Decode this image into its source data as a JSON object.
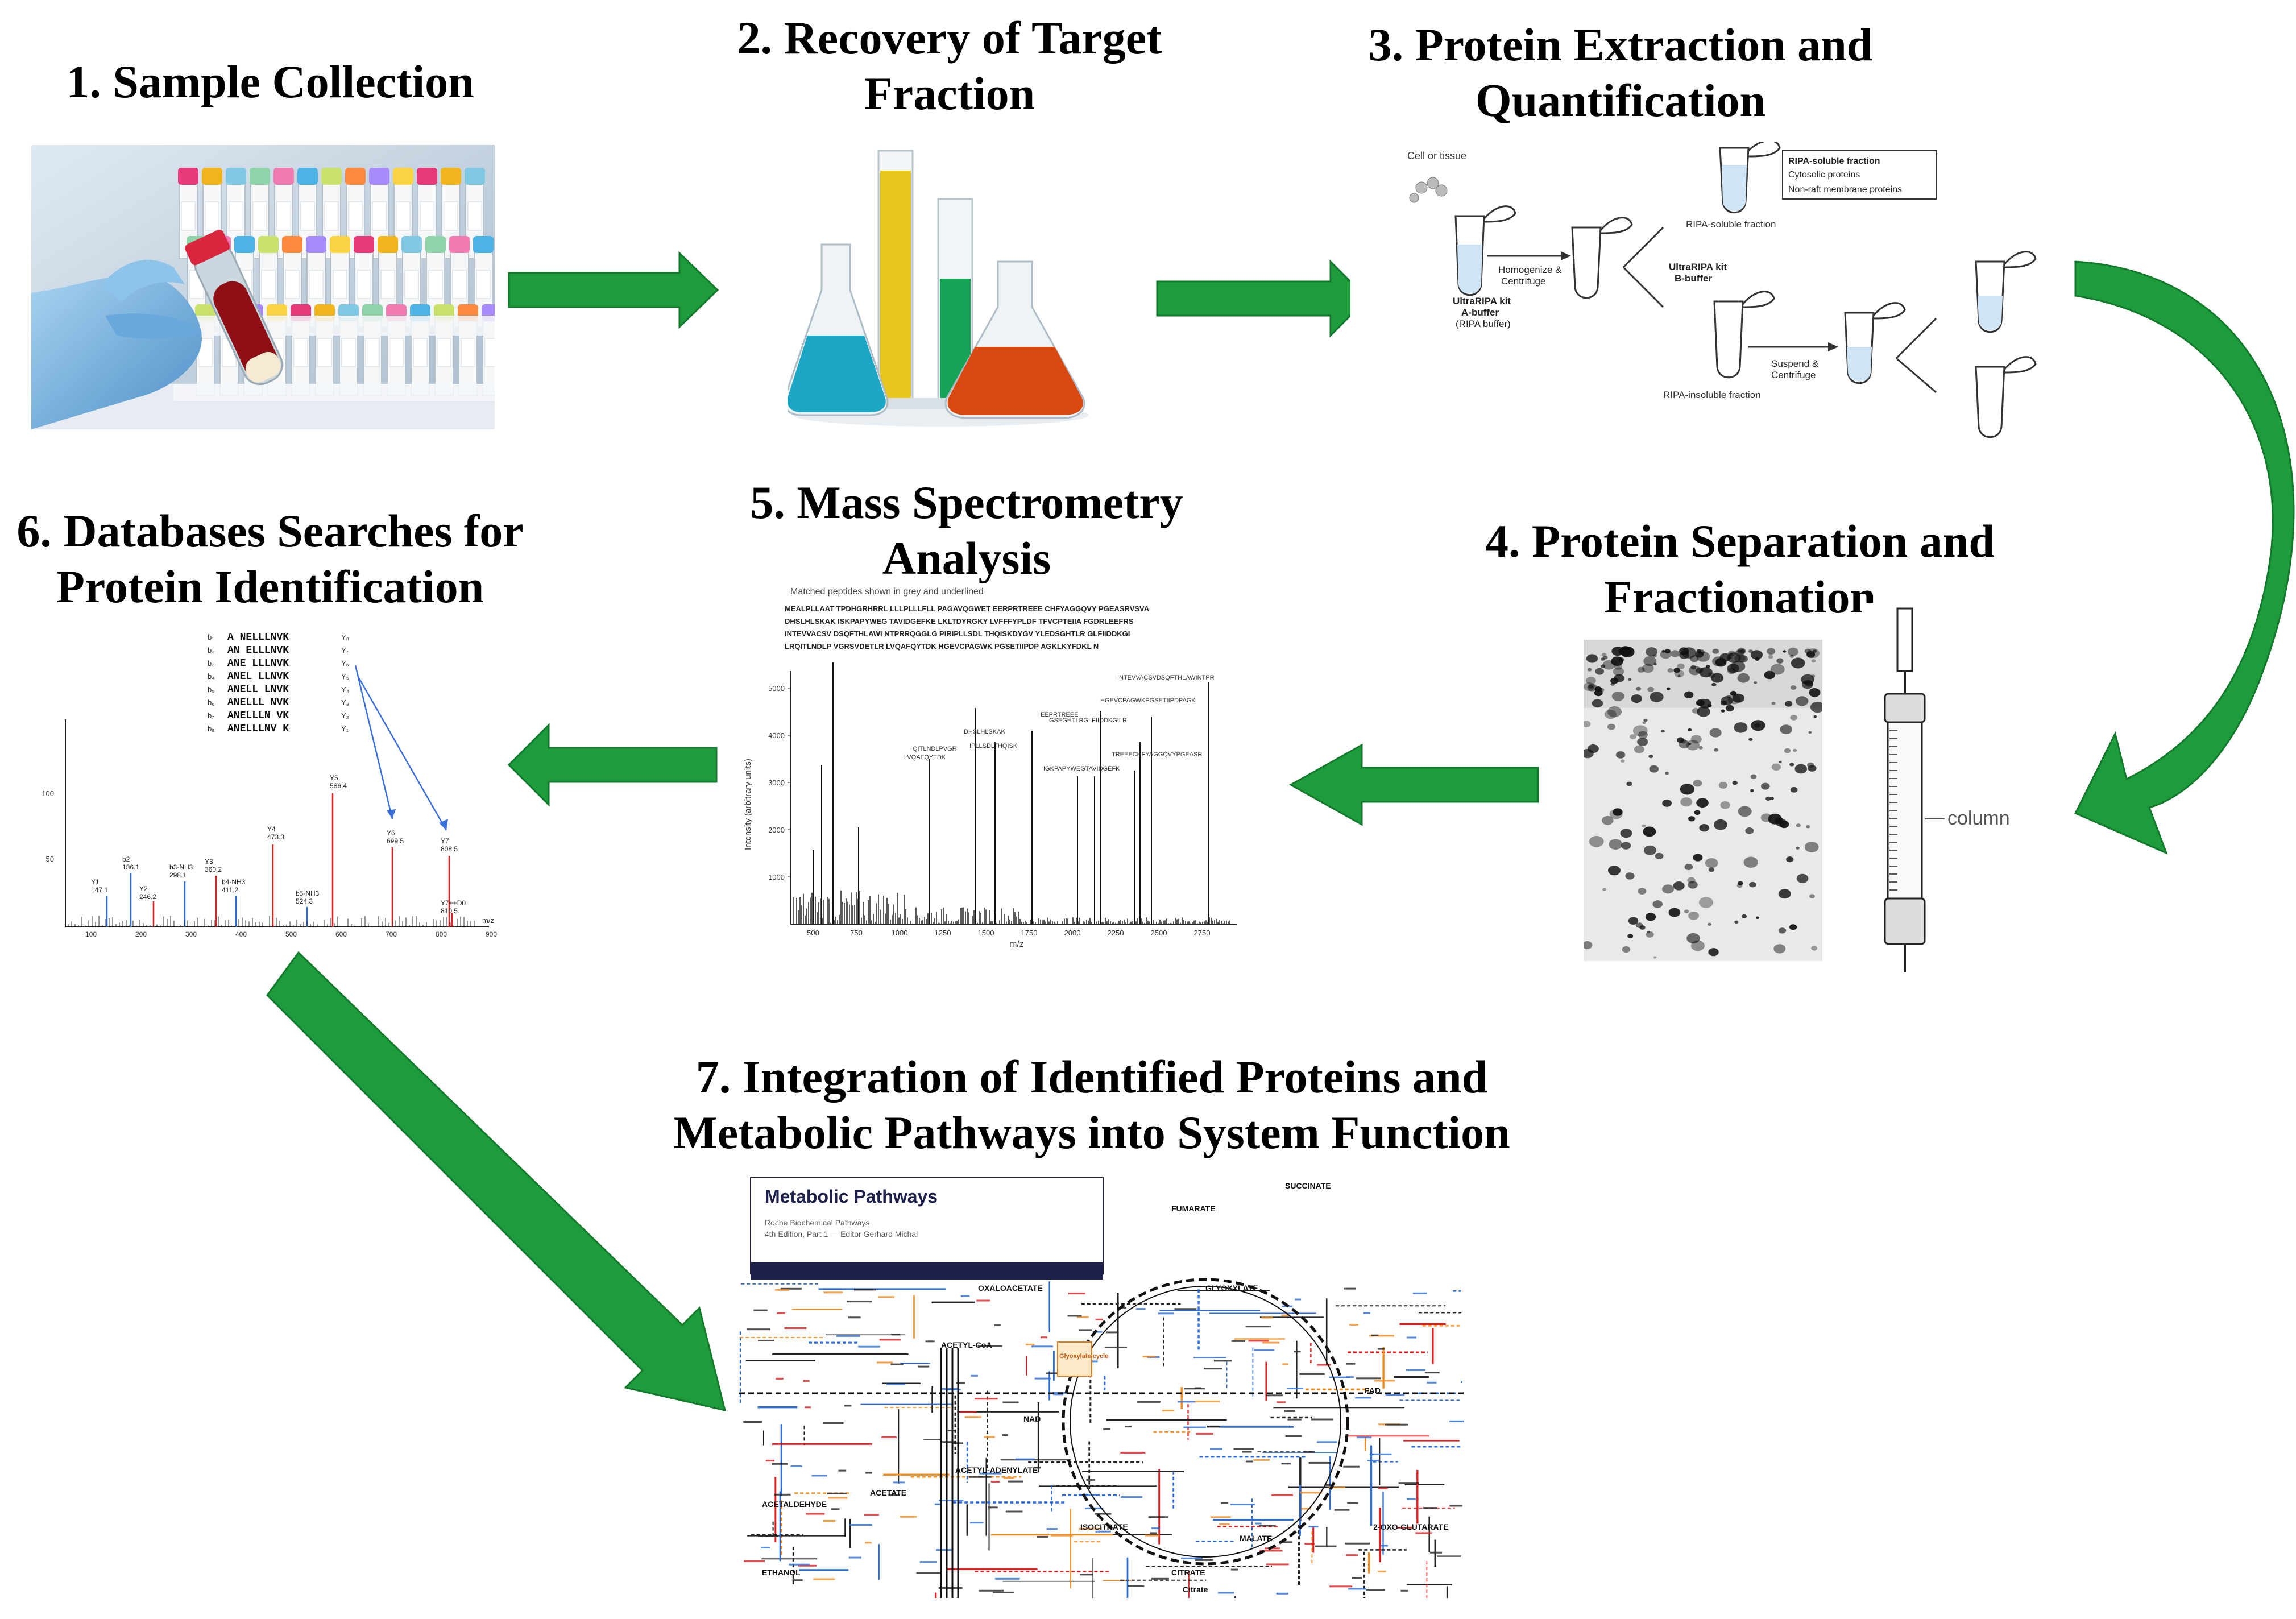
{
  "colors": {
    "arrow": "#1e9b3c",
    "arrow_dark": "#137a2c",
    "red": "#e11d1d",
    "blue": "#2b6bd6"
  },
  "steps": [
    {
      "n": "1",
      "title_lines": [
        "1. Sample Collection"
      ]
    },
    {
      "n": "2",
      "title_lines": [
        "2. Recovery of Target",
        "Fraction"
      ]
    },
    {
      "n": "3",
      "title_lines": [
        "3. Protein Extraction and",
        "Quantification"
      ]
    },
    {
      "n": "4",
      "title_lines": [
        "4. Protein Separation and",
        "Fractionation"
      ]
    },
    {
      "n": "5",
      "title_lines": [
        "5. Mass Spectrometry",
        "Analysis"
      ]
    },
    {
      "n": "6",
      "title_lines": [
        "6. Databases Searches for",
        "Protein Identification"
      ]
    },
    {
      "n": "7",
      "title_lines": [
        "7. Integration of Identified Proteins  and",
        "Metabolic Pathways into System Function"
      ]
    }
  ],
  "extraction": {
    "cell": "Cell or tissue",
    "homogenize": [
      "Homogenize &",
      "Centrifuge"
    ],
    "buffer_a": [
      "UltraRIPA kit",
      "A-buffer",
      "(RIPA buffer)"
    ],
    "soluble_box": [
      "RIPA-soluble fraction",
      "Cytosolic proteins",
      "Non-raft membrane proteins"
    ],
    "soluble": "RIPA-soluble fraction",
    "buffer_b": [
      "UltraRIPA kit",
      "B-buffer"
    ],
    "suspend": [
      "Suspend &",
      "Centrifuge"
    ],
    "insoluble": "RIPA-insoluble fraction"
  },
  "separation": {
    "column_label": "column"
  },
  "ms": {
    "caption": "Matched peptides shown in grey and underlined",
    "sequence": [
      "MEALPLLAAT TPDHGRHRRL LLLPLLLFLL PAGAVQGWET EERPRTREEE CHFYAGGQVY PGEASRVSVA",
      "DHSLHLSKAK ISKPAPYWEG TAVIDGEFKE LKLTDYRGKY LVFFFYPLDF TFVCPTEIIA FGDRLEEFRS",
      "INTEVVACSV DSQFTHLAWI NTPRRQGGLG PIRIPLLSDL THQISKDYGV YLEDSGHTLR GLFIIDDKGI",
      "LRQITLNDLP VGRSVDETLR LVQAFQYTDK HGEVCPAGWK PGSETIIPDP AGKLKYFDKL N"
    ],
    "ylabel": "Intensity (arbitrary units)",
    "xlabel": "m/z",
    "yticks": [
      "5000",
      "4000",
      "3000",
      "2000",
      "1000"
    ],
    "xticks": [
      "500",
      "750",
      "1000",
      "1250",
      "1500",
      "1750",
      "2000",
      "2250",
      "2500",
      "2750"
    ],
    "peaks": [
      "INTEVVACSVDSQFTHLAWINTPR",
      "HGEVCPAGWKPGSETIIPDPAGK",
      "EEPRTREEE",
      "DHSLHLSKAK",
      "IPLLSDLTHQISK",
      "GSEGHTLRGLFIIDDKGILR",
      "QITLNDLPVGR",
      "LVQAFQYTDK",
      "IGKPAPYWEGTAVIDGEFK",
      "TREEECHFYAGGQVYPGEASR"
    ]
  },
  "db": {
    "b_labels": [
      "b₁",
      "b₂",
      "b₃",
      "b₄",
      "b₅",
      "b₆",
      "b₇",
      "b₈"
    ],
    "frags": [
      "A NELLLNVK",
      "AN ELLLNVK",
      "ANE LLLNVK",
      "ANEL LLNVK",
      "ANELL LNVK",
      "ANELLL NVK",
      "ANELLLN VK",
      "ANELLLNV K"
    ],
    "y_labels": [
      "Y₈",
      "Y₇",
      "Y₆",
      "Y₅",
      "Y₄",
      "Y₃",
      "Y₂",
      "Y₁"
    ],
    "yticks": [
      "100",
      "50"
    ],
    "xticks": [
      "100",
      "200",
      "300",
      "400",
      "500",
      "600",
      "700",
      "800",
      "900"
    ],
    "xunit": "m/z",
    "peak_labels": [
      "Y1 147.1",
      "b2 186.1",
      "Y2 246.2",
      "b3-NH3 298.1",
      "Y3 360.2",
      "b4-NH3 411.2",
      "Y4 473.3",
      "b5-NH3 524.3",
      "Y5 586.4",
      "Y6 699.5",
      "Y7 808.5",
      "Y7++D0 810.5"
    ]
  },
  "pathways": {
    "title": "Metabolic Pathways",
    "sub1": "Roche Biochemical Pathways",
    "sub2": "4th Edition, Part 1 — Editor Gerhard Michal",
    "labels": [
      "SUCCINATE",
      "OXALOACETATE",
      "ACETYL-CoA",
      "GLYOXYLATE",
      "ACETATE",
      "ACETALDEHYDE",
      "ETHANOL",
      "2-OXO-GLUTARATE",
      "MALATE",
      "FUMARATE",
      "CITRATE",
      "ISOCITRATE",
      "Glyoxylate cycle",
      "ACETYL-ADENYLATE",
      "NAD",
      "FAD",
      "Citrate"
    ]
  }
}
